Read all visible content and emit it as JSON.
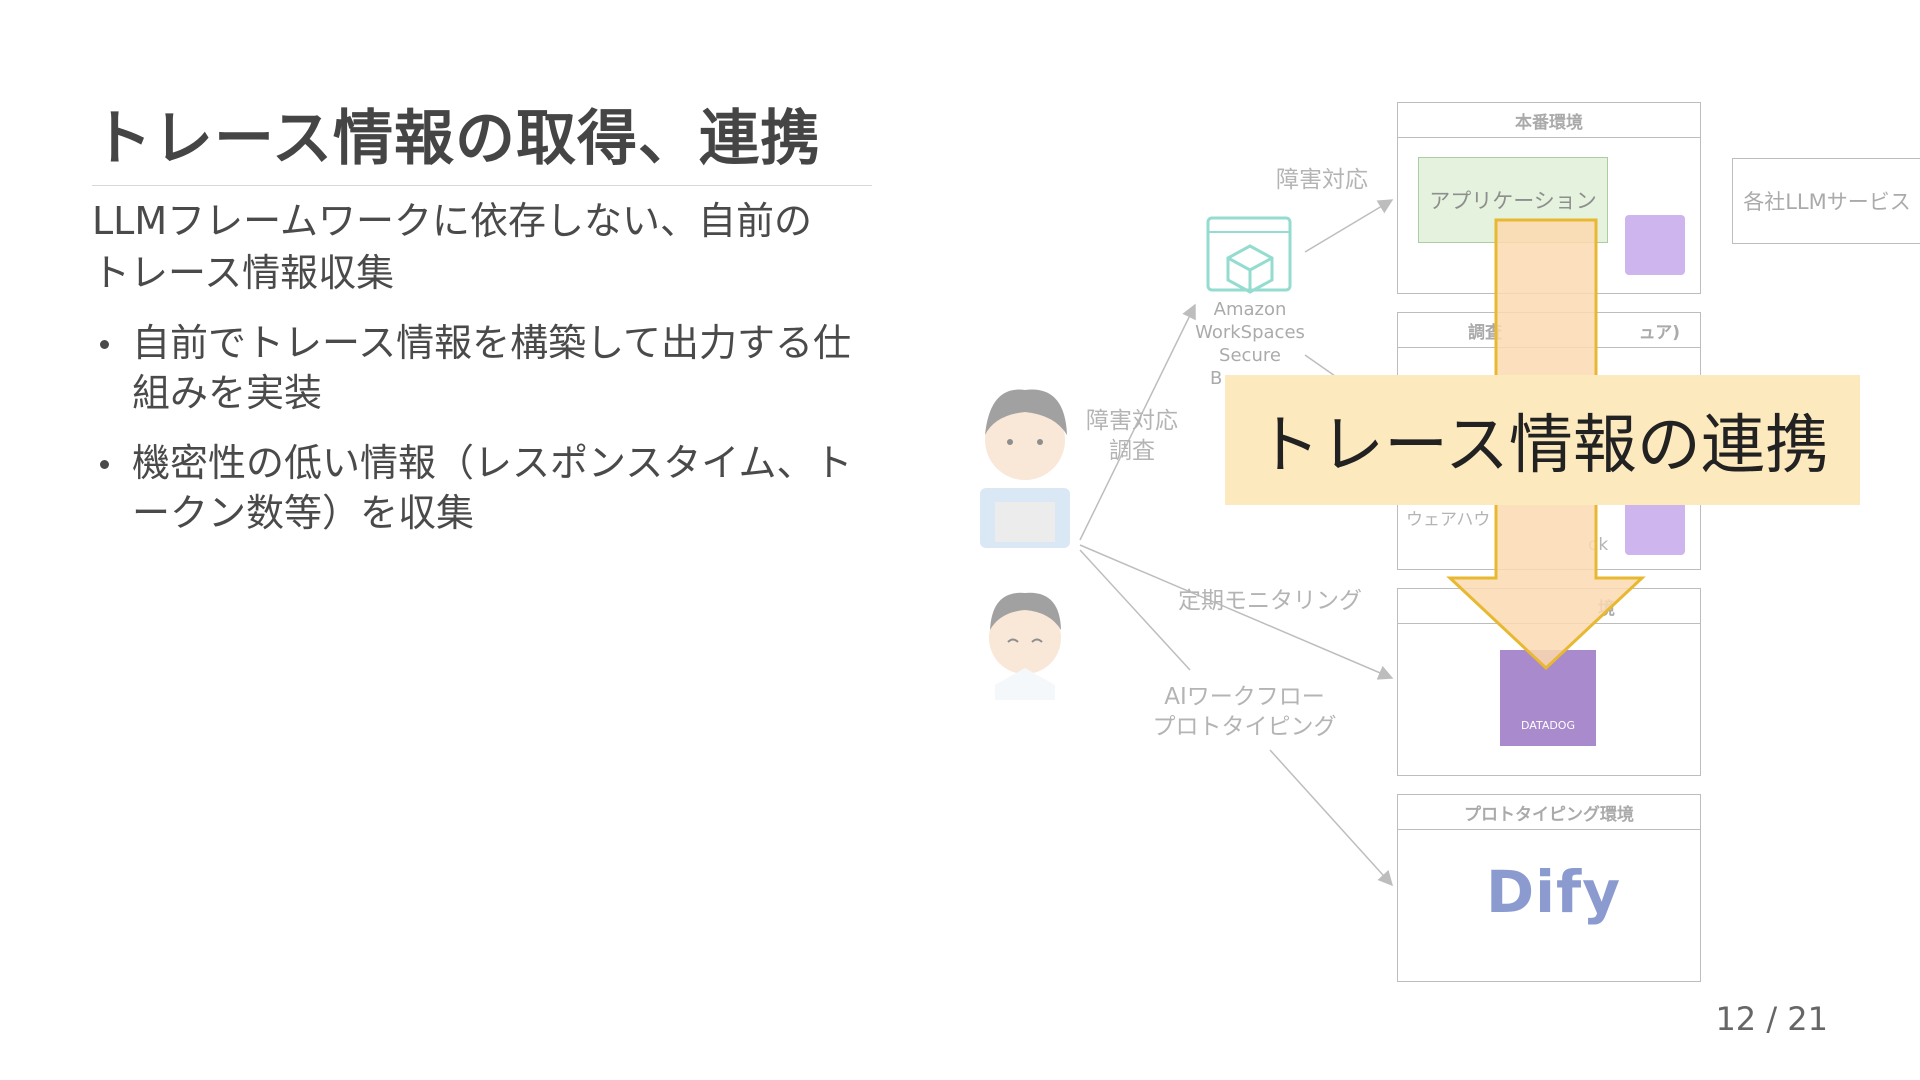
{
  "slide": {
    "title": "トレース情報の取得、連携",
    "lead_lines": [
      "LLMフレームワークに依存しない、自前の",
      "トレース情報収集"
    ],
    "bullets": [
      {
        "lines": [
          "自前でトレース情報を構築して出力する仕",
          "組みを実装"
        ]
      },
      {
        "lines": [
          "機密性の低い情報（レスポンスタイム、ト",
          "ークン数等）を収集"
        ]
      }
    ],
    "page_number": "12 / 21"
  },
  "diagram": {
    "prod_env_title": "本番環境",
    "app_label": "アプリケーション",
    "llm_service_label": "各社LLMサービス",
    "investigation_env_title_partial": "調査",
    "investigation_env_title_suffix": "ュア)",
    "warehouse_label": "ウェアハウ",
    "notebook_partial": "ok",
    "workspaces_label_lines": [
      "Amazon",
      "WorkSpaces",
      "Secure",
      "B"
    ],
    "edge_incident": "障害対応",
    "edge_incident_investigation_lines": [
      "障害対応",
      "調査"
    ],
    "edge_monitoring": "定期モニタリング",
    "edge_ai_workflow_lines": [
      "AIワークフロー",
      "プロトタイピング"
    ],
    "monitoring_env_title_partial": "境",
    "datadog_label": "DATADOG",
    "proto_env_title": "プロトタイピング環境",
    "dify_logo": "Dify",
    "callout_text": "トレース情報の連携",
    "colors": {
      "callout_bg": "#fde9be",
      "arrow_fill": "#fcd9b0",
      "arrow_stroke": "#e8b830",
      "app_green": "#cfe8c4",
      "datadog_purple": "#632ca6",
      "shield_purple": "#a87ae0"
    }
  }
}
